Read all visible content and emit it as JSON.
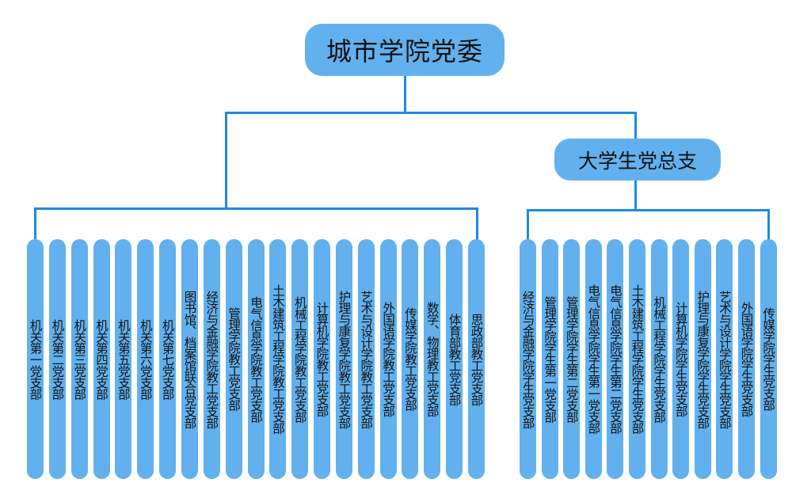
{
  "root": {
    "label": "城市学院党委"
  },
  "sub": {
    "label": "大学生党总支"
  },
  "left_branches": [
    "机关第一党支部",
    "机关第二党支部",
    "机关第三党支部",
    "机关第四党支部",
    "机关第五党支部",
    "机关第六党支部",
    "机关第七党支部",
    "图书馆、档案馆联合党支部",
    "经济与金融学院教工党支部",
    "管理学院教工党支部",
    "电气信息学院教工党支部",
    "土木建筑工程学院教工党支部",
    "机械工程学院教工党支部",
    "计算机学院教工党支部",
    "护理与康复学院教工党支部",
    "艺术与设计学院教工党支部",
    "外国语学院教工党支部",
    "传媒学院教工党支部",
    "数学、物理教工党支部",
    "体育部教工党支部",
    "思政部教工党支部"
  ],
  "right_branches": [
    "经济与金融学院学生党支部",
    "管理学院学生第一党支部",
    "管理学院学生第二党支部",
    "电气信息学院学生第一党支部",
    "电气信息学院学生第二党支部",
    "土木建筑工程学院学生党支部",
    "机械工程学院学生党支部",
    "计算机学院学生党支部",
    "护理与康复学院学生党支部",
    "艺术与设计学院学生党支部",
    "外国语学院学生党支部",
    "传媒学院学生党支部"
  ],
  "colors": {
    "node": "#62b1ee",
    "connector": "#1e88e5",
    "text": "#111111"
  }
}
